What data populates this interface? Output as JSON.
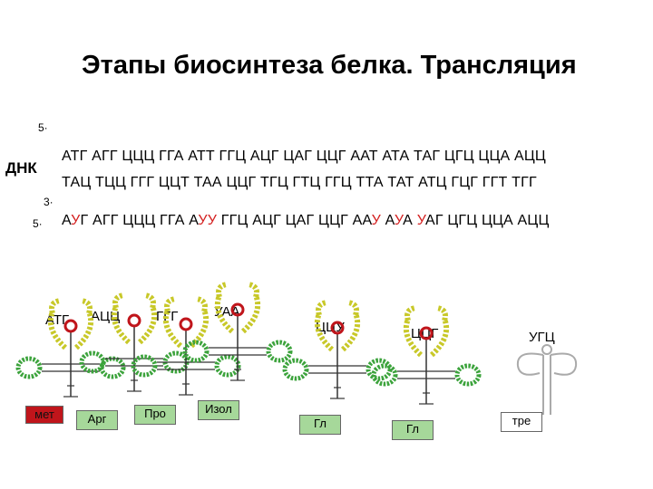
{
  "title": "Этапы биосинтеза белка. Трансляция",
  "dna_label": "ДНК",
  "strand_marks": {
    "five_prime_top": "5·",
    "three_prime": "3·",
    "five_prime_mrna": "5·"
  },
  "dna_top_strand": "АТГ АГГ ЦЦЦ ГГА АТТ ГГЦ АЦГ ЦАГ ЦЦГ ААТ АТА ТАГ ЦГЦ ЦЦА АЦЦ",
  "dna_bottom_strand": "ТАЦ ТЦЦ ГГГ ЦЦТ ТАА ЦЦГ ТГЦ ГТЦ ГГЦ ТТА ТАТ АТЦ ГЦГ ГГТ ТГГ",
  "mrna_segments": [
    {
      "text": "А",
      "red": false
    },
    {
      "text": "У",
      "red": true
    },
    {
      "text": "Г АГГ ЦЦЦ ГГА А",
      "red": false
    },
    {
      "text": "УУ",
      "red": true
    },
    {
      "text": " ГГЦ АЦГ ЦАГ ЦЦГ АА",
      "red": false
    },
    {
      "text": "У",
      "red": true
    },
    {
      "text": " А",
      "red": false
    },
    {
      "text": "У",
      "red": true
    },
    {
      "text": "А ",
      "red": false
    },
    {
      "text": "У",
      "red": true
    },
    {
      "text": "АГ ЦГЦ ЦЦА АЦЦ",
      "red": false
    }
  ],
  "anticodons": [
    "АТГ",
    "АЦЦ",
    "ГГГ",
    "УАА",
    "ЦЦУ",
    "ЦЦГ",
    "УГЦ"
  ],
  "amino_acids": [
    "мет",
    "Арг",
    "Про",
    "Изол",
    "Гл",
    "Гл",
    "тре"
  ],
  "colors": {
    "accent_red": "#c0151b",
    "amino_green": "#a6d89a",
    "red_nucleotide": "#d42020"
  }
}
